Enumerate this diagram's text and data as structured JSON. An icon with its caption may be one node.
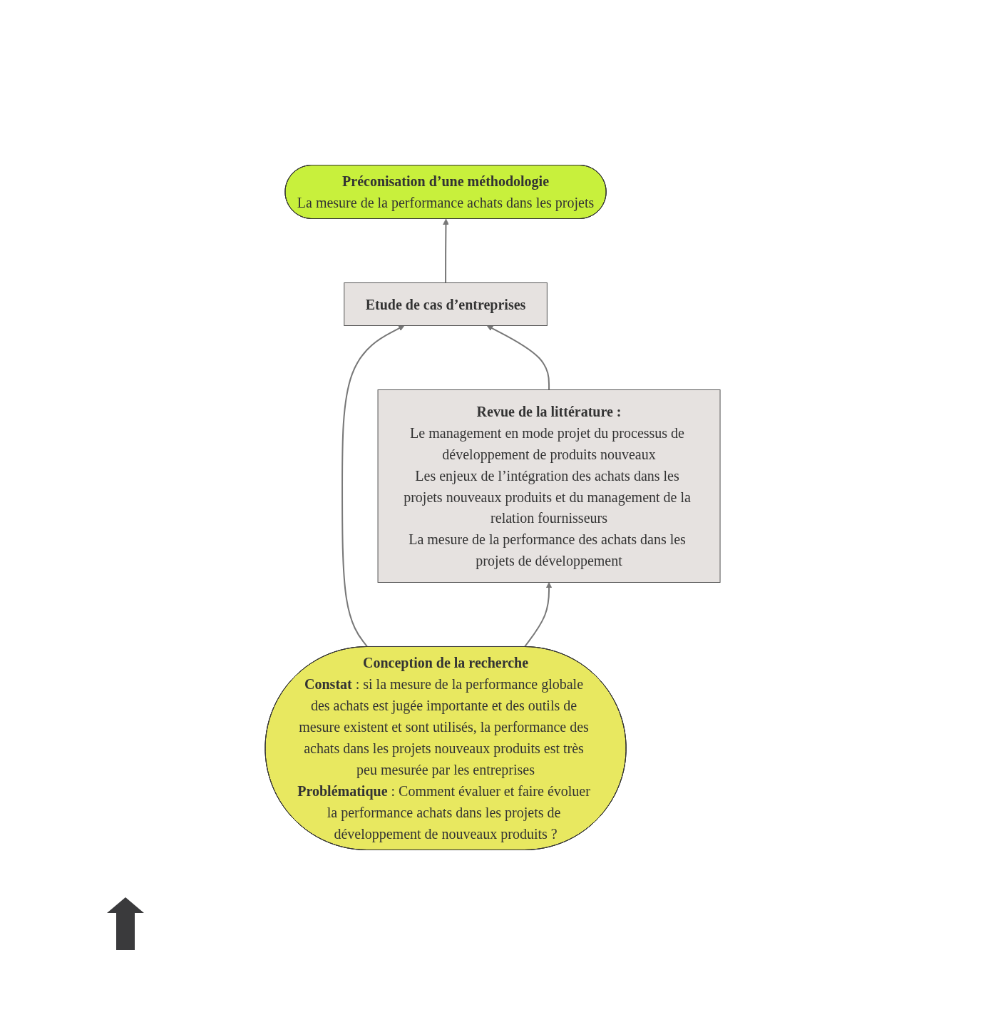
{
  "diagram": {
    "nodes": [
      {
        "text": [
          "Préconisation d’une méthodologie",
          "La mesure de la performance achats dans les projets"
        ]
      },
      {
        "text": [
          "Etude de cas d’entreprises"
        ]
      },
      {
        "text": [
          "Revue de la littérature :",
          "Le management en mode projet du processus de développement de produits nouveaux",
          "Les enjeux de l’intégration des achats dans les projets nouveaux produits et du management de la relation fournisseurs",
          "La mesure de la performance des achats dans les projets de développement"
        ]
      },
      {
        "text": [
          "Conception de la recherche",
          "**Constat** : si la mesure de la performance globale des achats est jugée importante et des outils de mesure existent et sont utilisés, la performance des achats dans les projets nouveaux produits est très peu mesurée par les entreprises",
          "**Problématique** : Comment évaluer et faire évoluer la performance achats dans les projets de développement de nouveaux produits ?"
        ]
      }
    ],
    "edges": [
      {
        "from": 3,
        "to": 1,
        "arrow": "to"
      },
      {
        "from": 3,
        "to": 2,
        "arrow": "to"
      },
      {
        "from": 2,
        "to": 1,
        "arrow": "to"
      },
      {
        "from": 1,
        "to": 0,
        "arrow": "to"
      }
    ]
  }
}
